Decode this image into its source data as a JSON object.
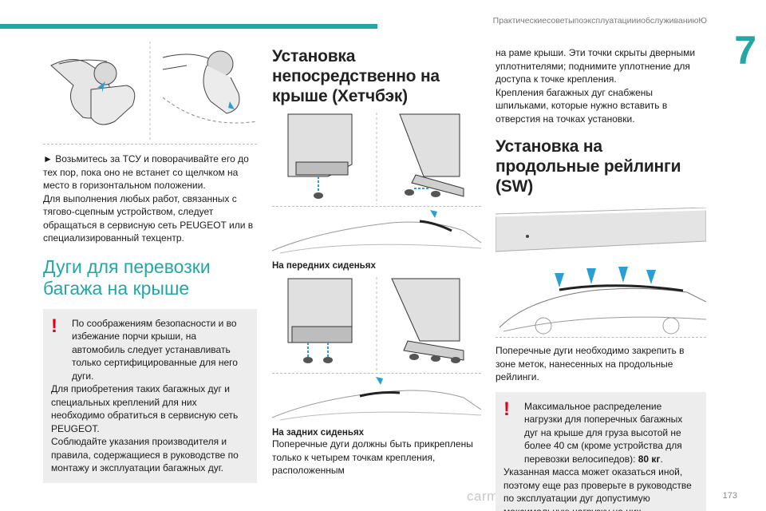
{
  "header": {
    "running_head": "ПрактическиесоветыпоэксплуатациииобслуживаниюЮ",
    "chapter_number": "7",
    "page_number": "173",
    "watermark": "carmanualsonline.info"
  },
  "col1": {
    "instruction": "► Возьмитесь за ТСУ и поворачивайте его до тех пор, пока оно не встанет со щелчком на место в горизонтальном положении.",
    "para1": "Для выполнения любых работ, связанных с тягово-сцепным устройством, следует обращаться в сервисную сеть PEUGEOT или в специализированный техцентр.",
    "section_title": "Дуги для перевозки багажа на крыше",
    "note": {
      "icon": "exclamation-icon",
      "line1": "По соображениям безопасности и во избежание порчи крыши, на автомобиль следует устанавливать только сертифицированные для него дуги.",
      "line2": "Для приобретения таких багажных дуг и специальных креплений для них необходимо обратиться в сервисную сеть PEUGEOT.",
      "line3": "Соблюдайте указания производителя и правила, содержащиеся в руководстве по монтажу и эксплуатации багажных дуг."
    }
  },
  "col2": {
    "title": "Установка непосредственно на крыше (Хетчбэк)",
    "caption_front": "На передних сиденьях",
    "caption_rear": "На задних сиденьях",
    "para": "Поперечные дуги должны быть прикреплены только к четырем точкам крепления, расположенным"
  },
  "col3": {
    "para1": "на раме крыши. Эти точки скрыты дверными уплотнителями; поднимите уплотнение для доступа к точке крепления.",
    "para2": "Крепления багажных дуг снабжены шпильками, которые нужно вставить в отверстия на точках установки.",
    "section_title": "Установка на продольные рейлинги (SW)",
    "para3": "Поперечные дуги необходимо закрепить в зоне меток, нанесенных на продольные рейлинги.",
    "note": {
      "icon": "exclamation-icon",
      "line1": "Максимальное распределение нагрузки для поперечных багажных дуг на крыше для груза высотой не более 40 см (кроме устройства для перевозки велосипедов):",
      "line1_bold": "80 кг",
      "line2": "Указанная масса может оказаться иной, поэтому еще раз проверьте в руководстве по эксплуатации дуг допустимую максимальную нагрузку на них."
    }
  },
  "colors": {
    "accent": "#23a7a6",
    "warning": "#e2001a",
    "note_bg": "#ededed",
    "arrow": "#2a9fd6"
  }
}
